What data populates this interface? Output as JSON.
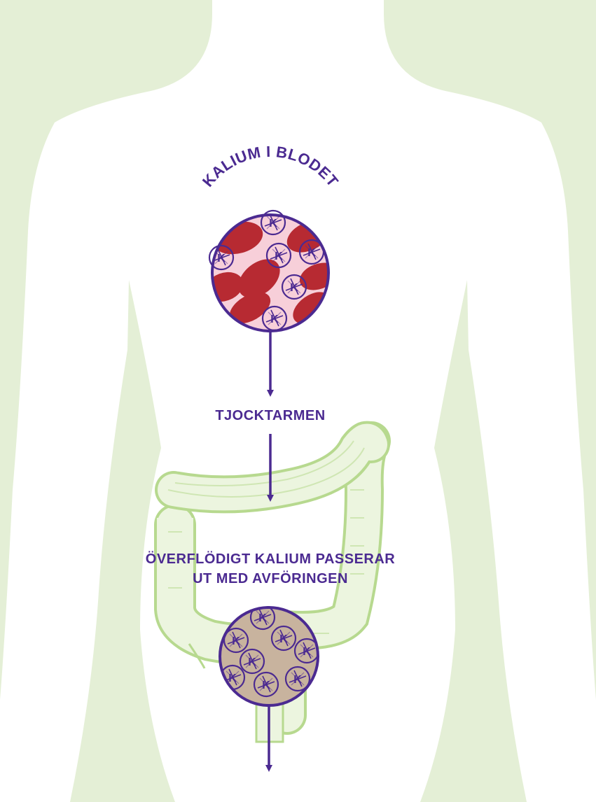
{
  "labels": {
    "blood": "KALIUM I BLODET",
    "colon": "TJOCKTARMEN",
    "excess_line1": "ÖVERFLÖDIGT KALIUM PASSERAR",
    "excess_line2": "UT MED AVFÖRINGEN"
  },
  "potassium_symbol": "K",
  "colors": {
    "background": "#e4efd6",
    "body": "#ffffff",
    "accent": "#4b2a91",
    "blood_plasma": "#f7cfd9",
    "red_cell": "#b72a32",
    "stool": "#c8b39e",
    "colon_fill": "#ecf5df",
    "colon_stroke": "#b7d98f"
  },
  "icons": {
    "blood_circle": "blood-sample-icon",
    "stool_circle": "stool-sample-icon",
    "potassium": "potassium-ion-icon",
    "arrow": "arrow-down-icon"
  }
}
